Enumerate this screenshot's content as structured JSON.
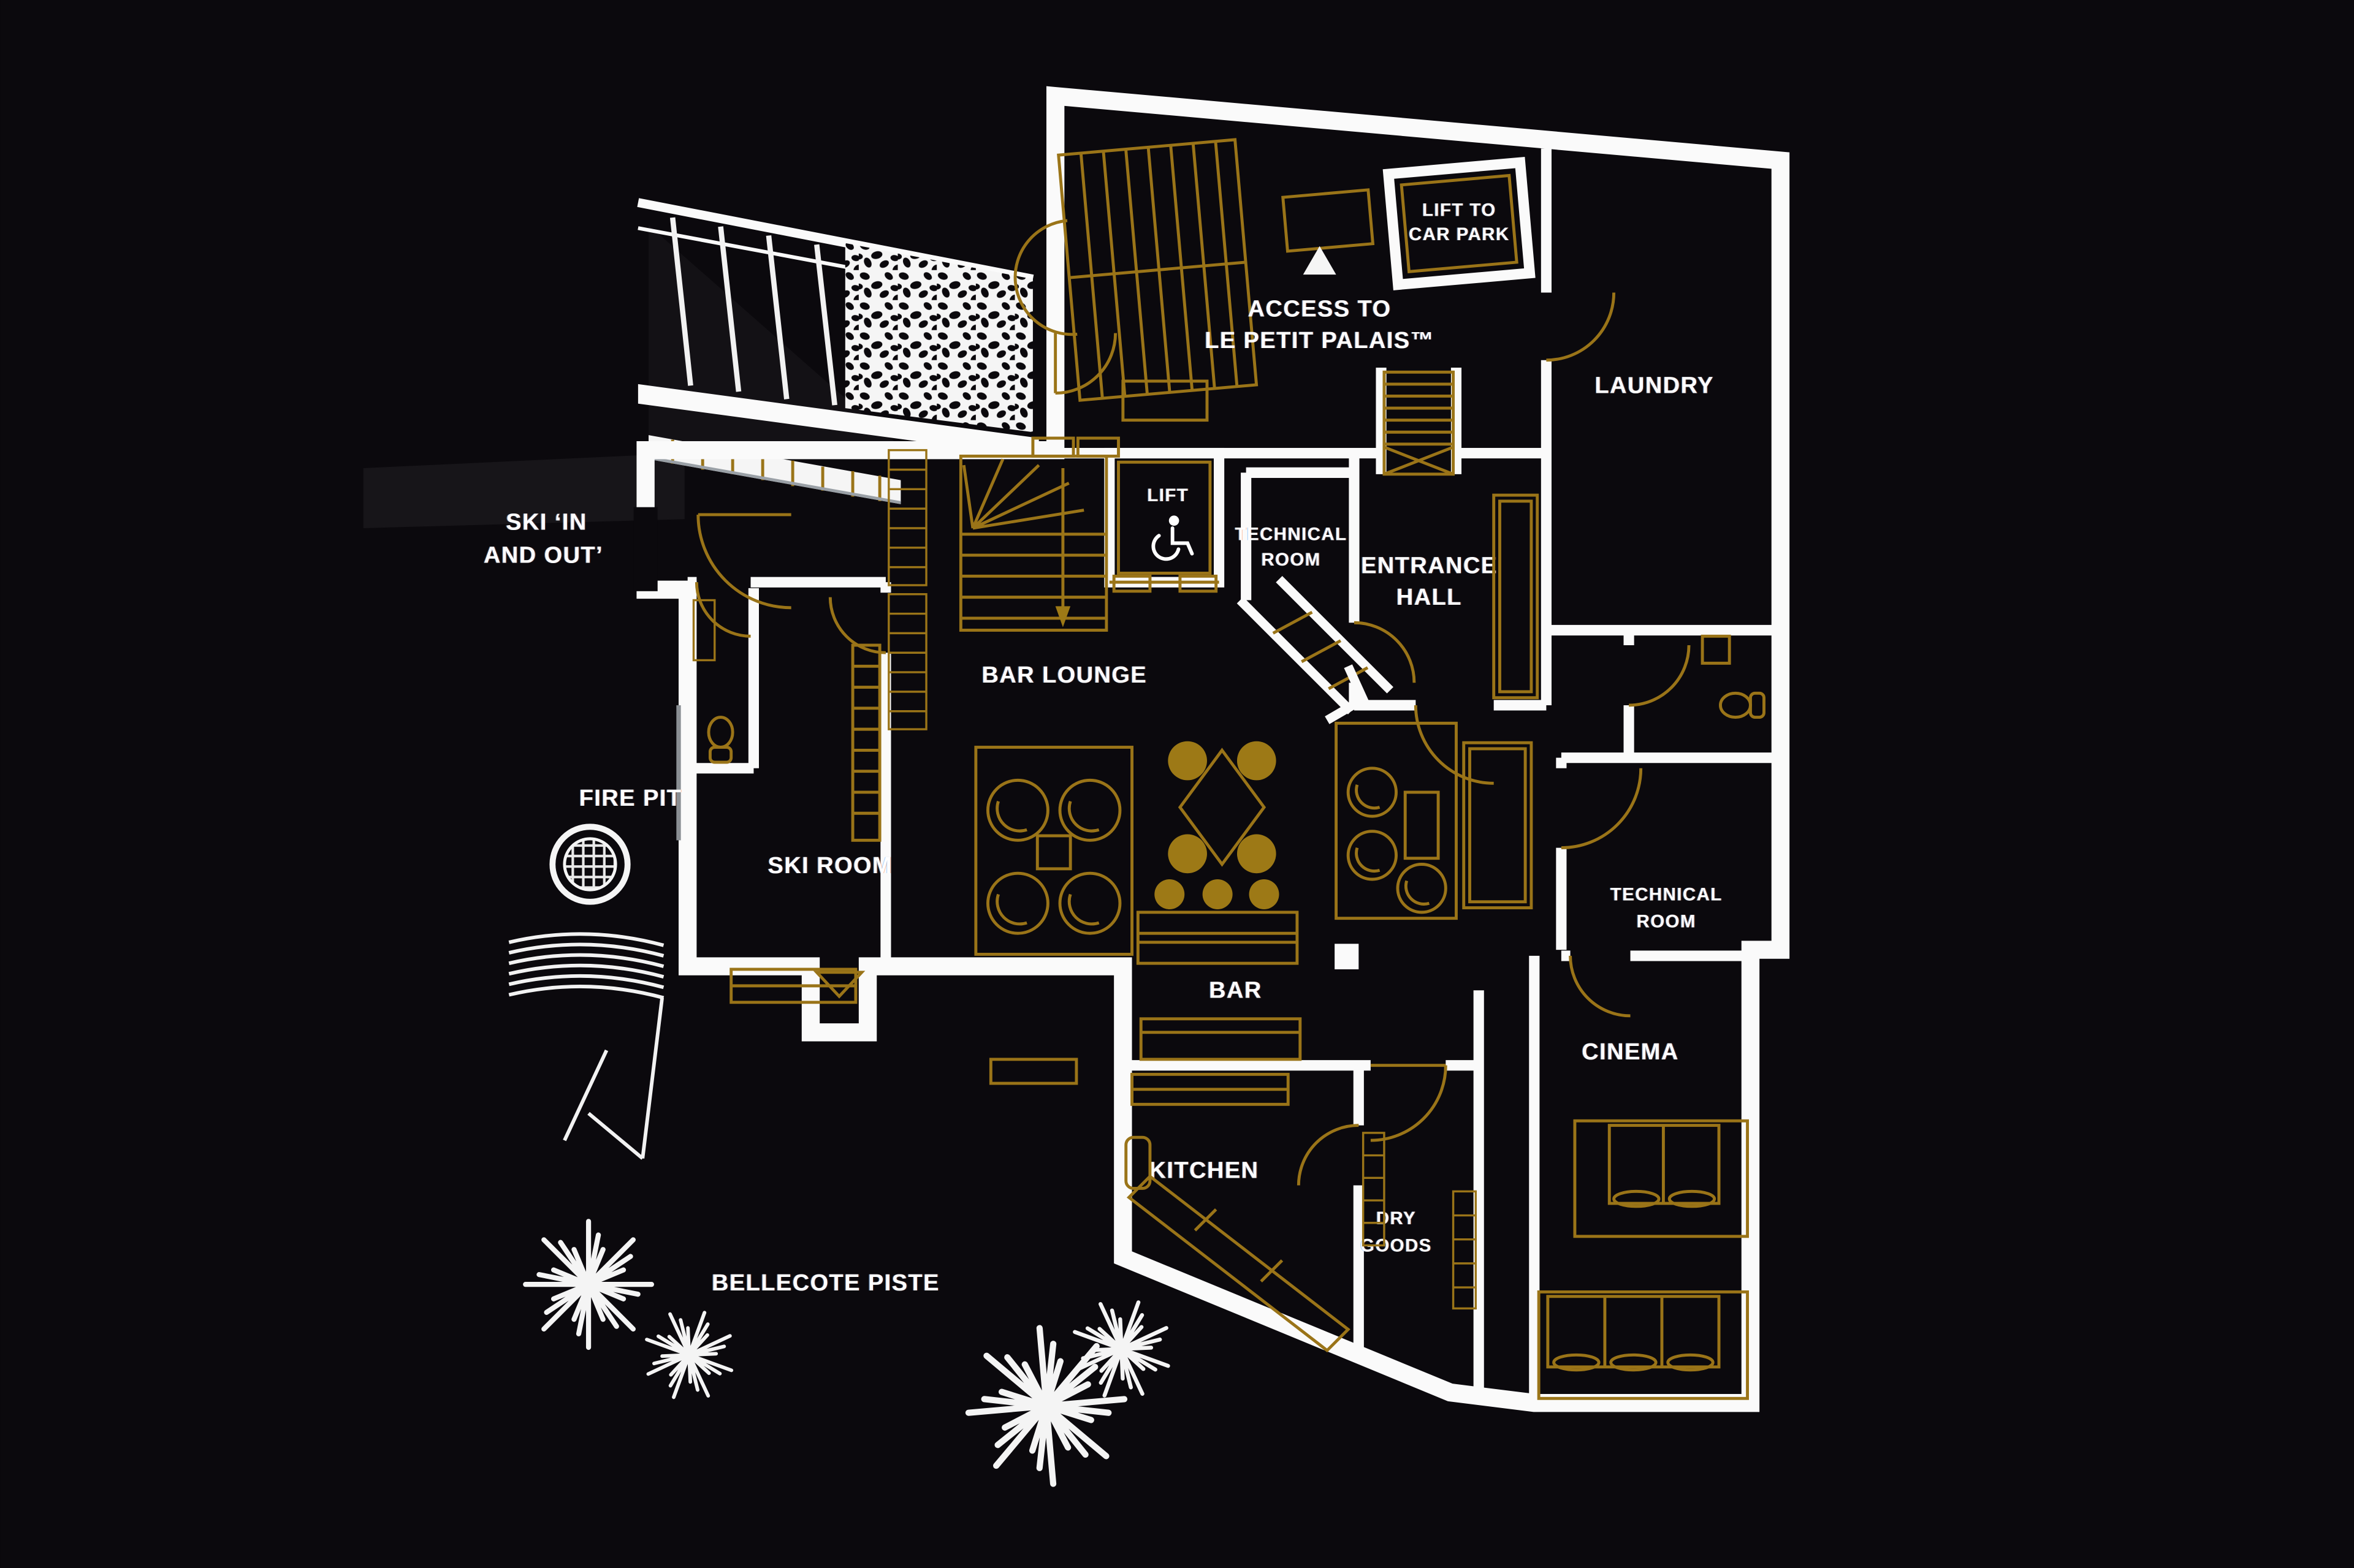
{
  "scene": {
    "type": "floor-plan",
    "description": "Chalet lower ground floor plan, white walls and gold furniture on black"
  },
  "colors": {
    "background": "#0b090d",
    "floor": "#141118",
    "wall": "#fafafa",
    "furniture": "#9a7418",
    "text": "#ffffff"
  },
  "labels": {
    "lift_to_car_park": {
      "line1": "LIFT TO",
      "line2": "CAR PARK"
    },
    "access": {
      "line1": "ACCESS TO",
      "line2": "LE PETIT PALAIS™"
    },
    "laundry": "LAUNDRY",
    "ski_in_out": {
      "line1": "SKI ‘IN",
      "line2": "AND OUT’"
    },
    "lift": "LIFT",
    "technical_room_upper": {
      "line1": "TECHNICAL",
      "line2": "ROOM"
    },
    "entrance_hall": {
      "line1": "ENTRANCE",
      "line2": "HALL"
    },
    "bar_lounge": "BAR LOUNGE",
    "ski_room": "SKI ROOM",
    "fire_pit": "FIRE PIT",
    "technical_room_lower": {
      "line1": "TECHNICAL",
      "line2": "ROOM"
    },
    "bar": "BAR",
    "cinema": "CINEMA",
    "kitchen": "KITCHEN",
    "dry_goods": {
      "line1": "DRY",
      "line2": "GOODS"
    },
    "bellecote_piste": "BELLECOTE PISTE"
  },
  "icons": {
    "lift_accessibility": "wheelchair-icon",
    "access_marker": "triangle-up-icon",
    "fire_pit": "fire-pit-icon",
    "wc_left": "toilet-icon",
    "wc_right": "toilet-icon",
    "outdoor_trees": "tree-icon",
    "stairs": "stairs-icon"
  }
}
